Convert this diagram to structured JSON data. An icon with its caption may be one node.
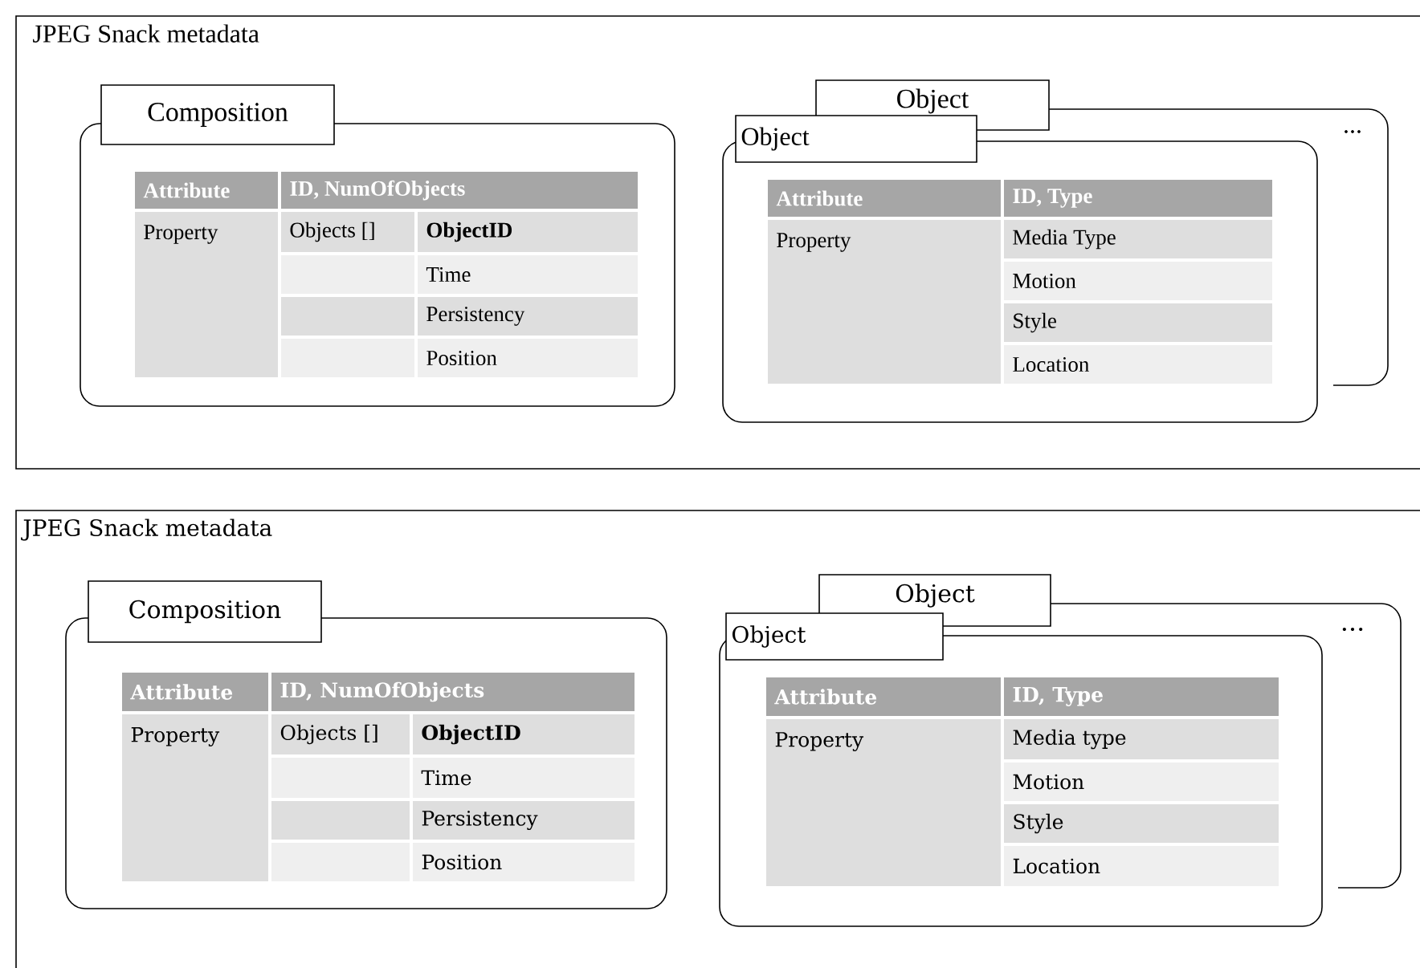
{
  "diagram": {
    "nodes": [
      {
        "text": [
          "JPEG Snack metadata"
        ]
      },
      {
        "text": [
          "Composition"
        ],
        "in": 0
      },
      {
        "text": [
          "Object"
        ],
        "in": 0
      },
      {
        "text": [
          "Object"
        ],
        "in": 0
      },
      {
        "text": [
          "JPEG Snack metadata"
        ]
      },
      {
        "text": [
          "Composition"
        ],
        "in": 4
      },
      {
        "text": [
          "Object"
        ],
        "in": 4
      },
      {
        "text": [
          "Object"
        ],
        "in": 4
      }
    ],
    "labels": [
      "Attribute",
      "ID, NumOfObjects",
      "Property",
      "Objects []",
      "ObjectID",
      "Time",
      "Persistency",
      "Position",
      "...",
      "Attribute",
      "ID, Type",
      "Property",
      "Media Type",
      "Motion",
      "Style",
      "Location",
      "Attribute",
      "ID, NumOfObjects",
      "Property",
      "Objects []",
      "ObjectID",
      "Time",
      "Persistency",
      "Position",
      "...",
      "Attribute",
      "ID, Type",
      "Property",
      "Media type",
      "Motion",
      "Style",
      "Location"
    ]
  }
}
